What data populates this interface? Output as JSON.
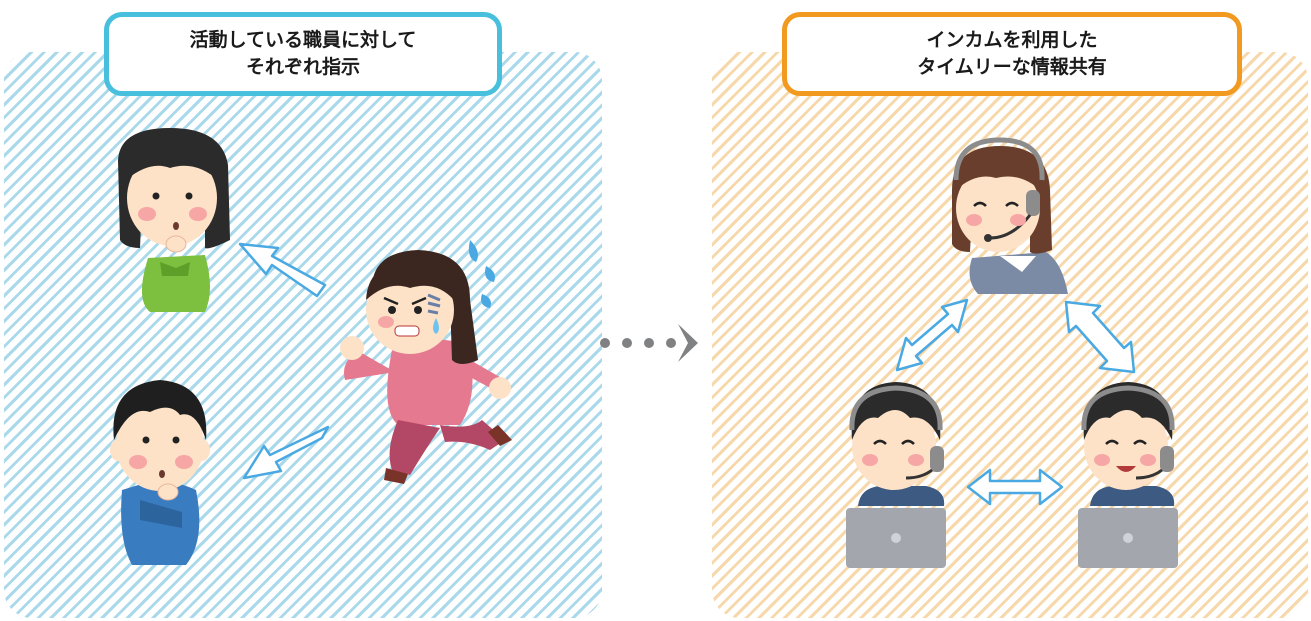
{
  "left_panel": {
    "title_line1": "活動している職員に対して",
    "title_line2": "それぞれ指示",
    "accent_color": "#48bfdd",
    "hatch_color": "#a9d9ea"
  },
  "right_panel": {
    "title_line1": "インカムを利用した",
    "title_line2": "タイムリーな情報共有",
    "accent_color": "#f29a1f",
    "hatch_color": "#f6d8ab"
  },
  "connector": {
    "icon": "dots-chevron-arrow",
    "color": "#7f8182"
  },
  "figures": {
    "left": [
      "thinking-woman",
      "thinking-man",
      "running-woman"
    ],
    "right": [
      "headset-operator-top",
      "headset-operator-left",
      "headset-operator-right"
    ]
  }
}
